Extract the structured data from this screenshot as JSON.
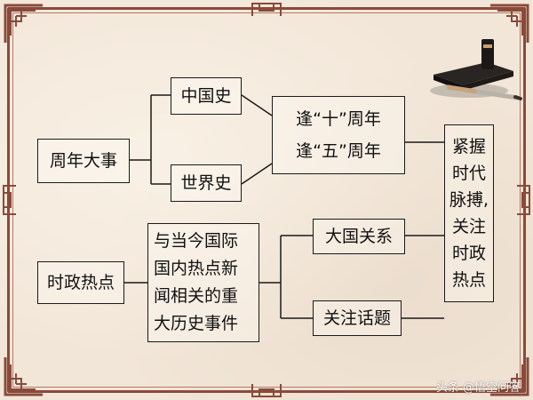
{
  "diagram": {
    "root_anniversary": "周年大事",
    "china_history": "中国史",
    "world_history": "世界史",
    "ten_year": "逢“十”周年",
    "five_year": "逢“五”周年",
    "root_current": "时政热点",
    "related_events": [
      "与当今国际",
      "国内热点新",
      "闻相关的重",
      "大历史事件"
    ],
    "major_relations": "大国关系",
    "focus_topics": "关注话题",
    "conclusion": [
      "紧握",
      "时代",
      "脉搏,",
      "关注",
      "时政",
      "热点"
    ]
  },
  "watermark": "头条 @悟空问答",
  "colors": {
    "frame": "#8a4a3a",
    "background": "#f2e6d8",
    "line": "#1a1a1a"
  },
  "icons": [
    "ink-stone-brush-icon",
    "corner-ornament-icon"
  ]
}
